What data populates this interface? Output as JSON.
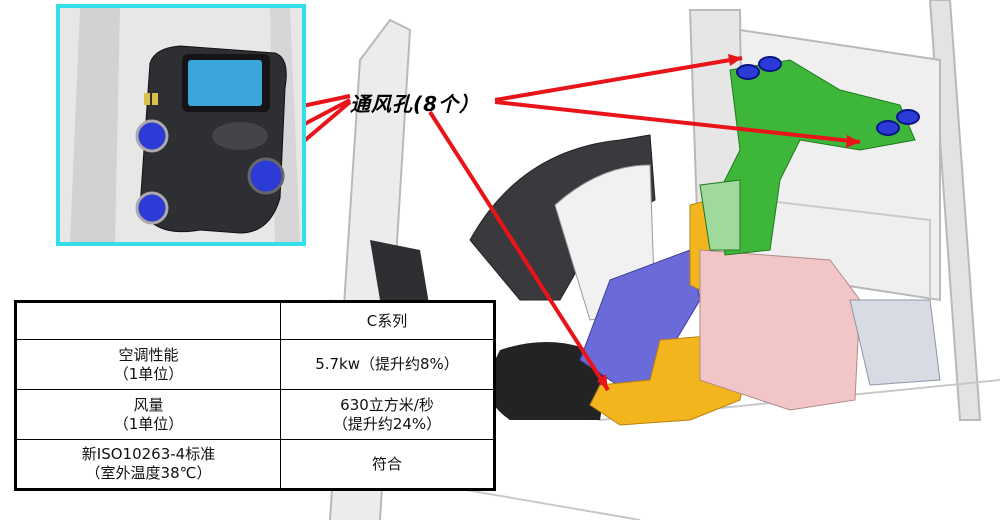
{
  "callout": {
    "label": "通风孔(8个）"
  },
  "table": {
    "header": [
      "",
      "C系列"
    ],
    "rows": [
      {
        "label": [
          "空调性能",
          "（1单位）"
        ],
        "value": [
          "5.7kw（提升约8%）"
        ]
      },
      {
        "label": [
          "风量",
          "（1单位）"
        ],
        "value": [
          "630立方米/秒",
          "（提升约24%）"
        ]
      },
      {
        "label": [
          "新ISO10263-4标准",
          "（室外温度38℃）"
        ],
        "value": [
          "符合"
        ]
      }
    ]
  },
  "colors": {
    "inset_border": "#33e0ea",
    "arrow": "#e8141a",
    "duct_green": "#3db63a",
    "duct_yellow": "#f2b51e",
    "duct_blue": "#6a6ad8",
    "unit_pink": "#f2c6c6"
  }
}
